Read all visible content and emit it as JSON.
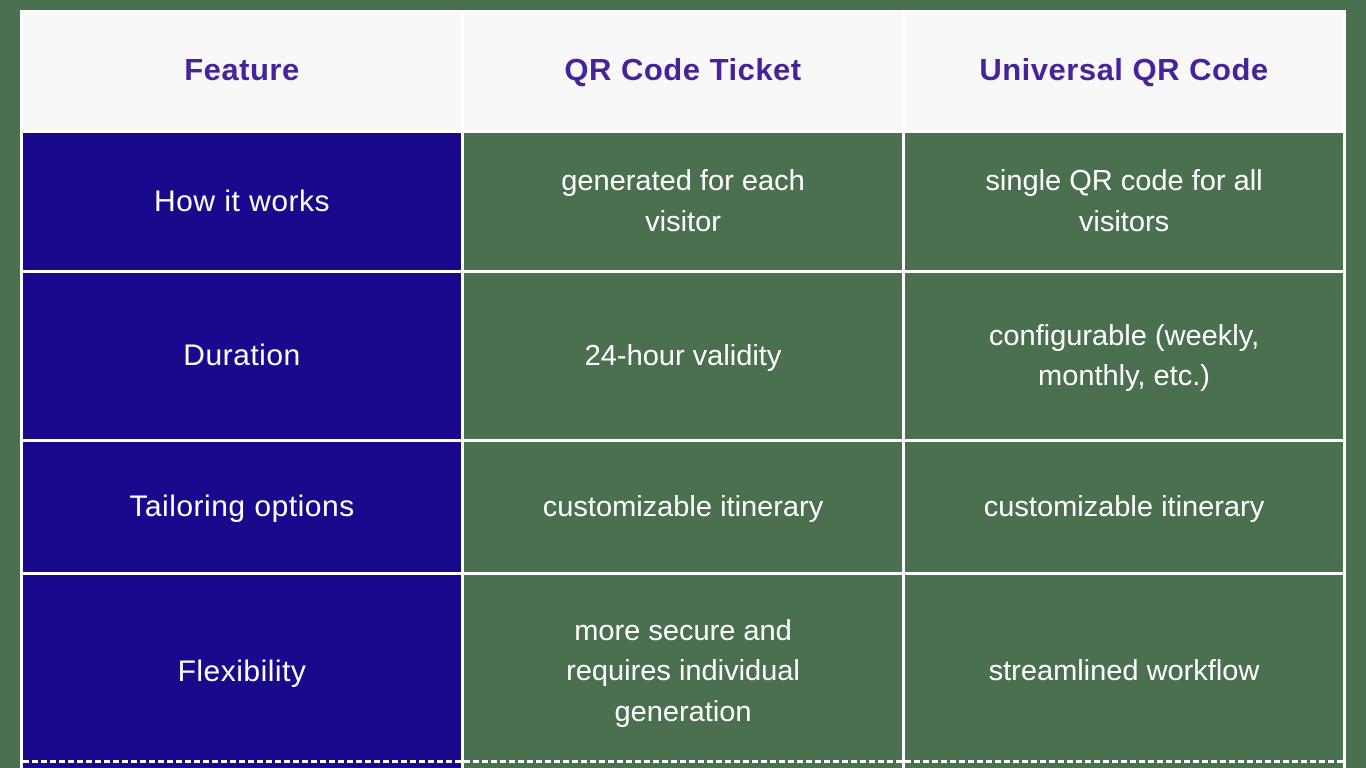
{
  "page": {
    "background_color": "#4a7050",
    "accent_navy": "#190a8d",
    "accent_green": "#4a7050",
    "header_text_color": "#45239b",
    "header_background": "#f8f8f8",
    "gridline_color": "#ffffff"
  },
  "table": {
    "header": {
      "feature": "Feature",
      "qr_code_ticket": "QR Code Ticket",
      "universal_qr_code": "Universal QR Code"
    },
    "rows": [
      {
        "feature": "How it works",
        "qr_code_ticket": "generated for each\nvisitor",
        "universal_qr_code": "single QR code for all\nvisitors"
      },
      {
        "feature": "Duration",
        "qr_code_ticket": "24-hour validity",
        "universal_qr_code": "configurable (weekly,\nmonthly, etc.)"
      },
      {
        "feature": "Tailoring options",
        "qr_code_ticket": "customizable itinerary",
        "universal_qr_code": "customizable itinerary"
      },
      {
        "feature": "Flexibility",
        "qr_code_ticket": "more secure and\nrequires individual\ngeneration",
        "universal_qr_code": "streamlined workflow"
      }
    ]
  }
}
